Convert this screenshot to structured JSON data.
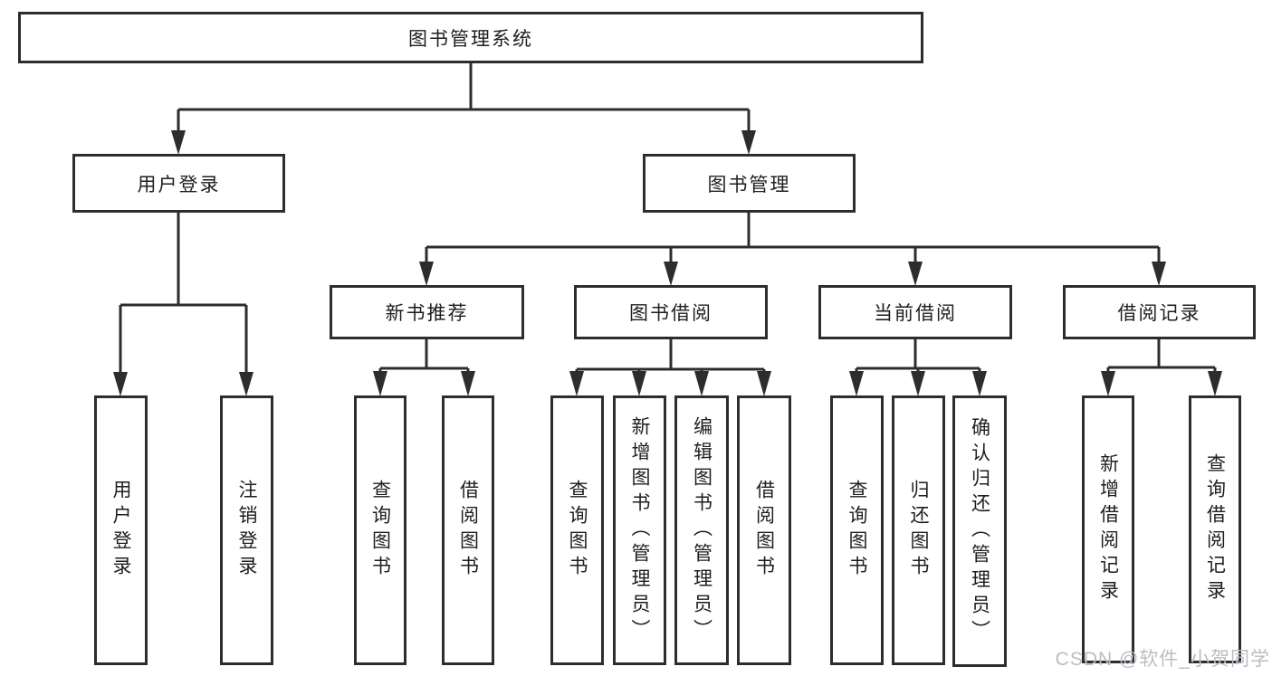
{
  "diagram_type": "hierarchy-chart",
  "watermark": "CSDN @软件_小贺同学",
  "colors": {
    "line": "#2d2d2d",
    "box_border": "#2d2d2d",
    "box_background": "#ffffff",
    "text": "#1e1e1e",
    "watermark": "#b9bec4",
    "page_background": "#ffffff"
  },
  "nodes": {
    "root": "图书管理系统",
    "userLogin": "用户登录",
    "bookMgmt": "图书管理",
    "userLoginChildren": [
      "用户登录",
      "注销登录"
    ],
    "sections": [
      {
        "label": "新书推荐",
        "children": [
          "查询图书",
          "借阅图书"
        ]
      },
      {
        "label": "图书借阅",
        "children": [
          "查询图书",
          "新增图书（管理员）",
          "编辑图书（管理员）",
          "借阅图书"
        ]
      },
      {
        "label": "当前借阅",
        "children": [
          "查询图书",
          "归还图书",
          "确认归还（管理员）"
        ]
      },
      {
        "label": "借阅记录",
        "children": [
          "新增借阅记录",
          "查询借阅记录"
        ]
      }
    ]
  }
}
